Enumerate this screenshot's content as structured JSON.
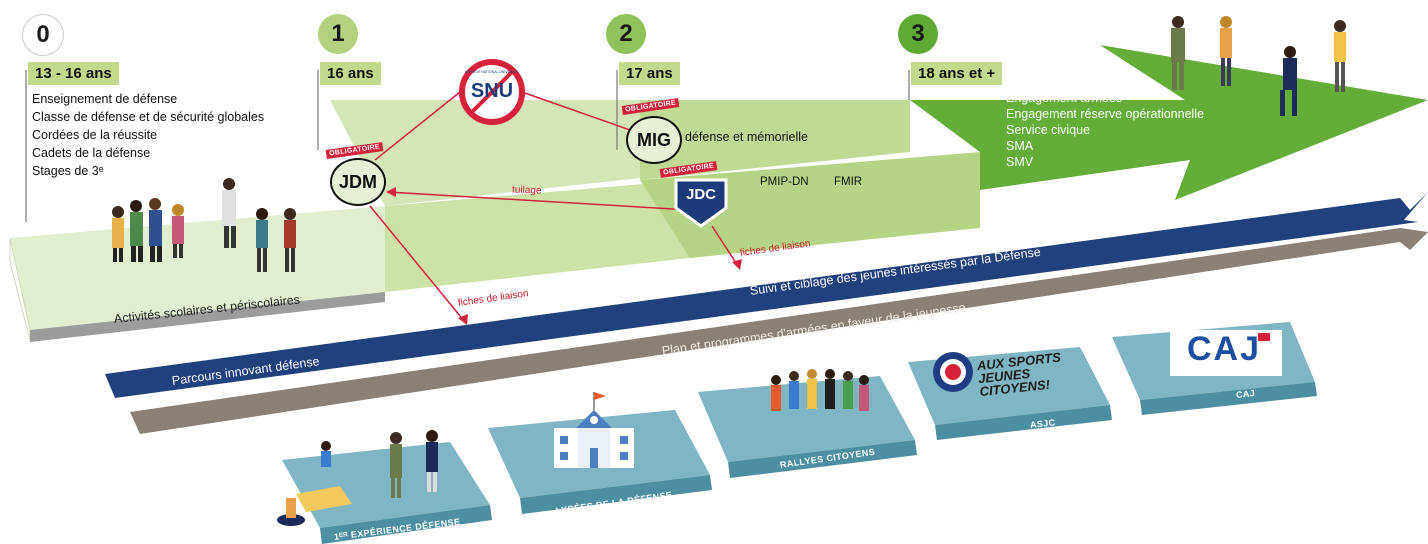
{
  "steps": [
    {
      "number": "0",
      "age": "13 - 16 ans"
    },
    {
      "number": "1",
      "age": "16 ans"
    },
    {
      "number": "2",
      "age": "17 ans"
    },
    {
      "number": "3",
      "age": "18 ans et +"
    }
  ],
  "step0_items": [
    "Enseignement de défense",
    "Classe de défense et de sécurité globales",
    "Cordées de la réussite",
    "Cadets de la défense",
    "Stages de 3ᵉ"
  ],
  "step3_items": [
    "Engagement armées",
    "Engagement réserve opérationnelle",
    "Service civique",
    "SMA",
    "SMV"
  ],
  "badges": {
    "obligatoire": "OBLIGATOIRE",
    "jdm": "JDM",
    "mig": "MIG",
    "mig_suffix": "défense et mémorielle",
    "jdc": "JDC",
    "snu": "SNU",
    "snu_arc": "SERVICE NATIONAL UNIVERSEL"
  },
  "labels": {
    "tuilage": "tuilage",
    "fiches1": "fiches de liaison",
    "fiches2": "fiches de liaison",
    "pmip": "PMIP-DN",
    "fmir": "FMIR",
    "activites": "Activités scolaires et périscolaires"
  },
  "bands": {
    "blue_top": "Suivi et ciblage des jeunes intéressés par la Défense",
    "blue_left": "Parcours innovant défense",
    "brown": "Plan et programmes d'armées en faveur de la jeunesse"
  },
  "platforms": {
    "p1": "1ᴱᴿ EXPÉRIENCE DÉFENSE",
    "p2": "LYCÉES DE LA DÉFENSE",
    "p3": "RALLYES CITOYENS",
    "p4": "ASJC",
    "p5": "CAJ"
  },
  "logos": {
    "asjc": "AUX SPORTS JEUNES CITOYENS!",
    "caj": "CAJ"
  },
  "colors": {
    "light_green": "#dcebc3",
    "mid_green": "#b9d88e",
    "dark_green": "#5ea834",
    "navy": "#22407d",
    "brown": "#8a7f74",
    "teal": "#6fa7b6",
    "red": "#d6213b"
  }
}
